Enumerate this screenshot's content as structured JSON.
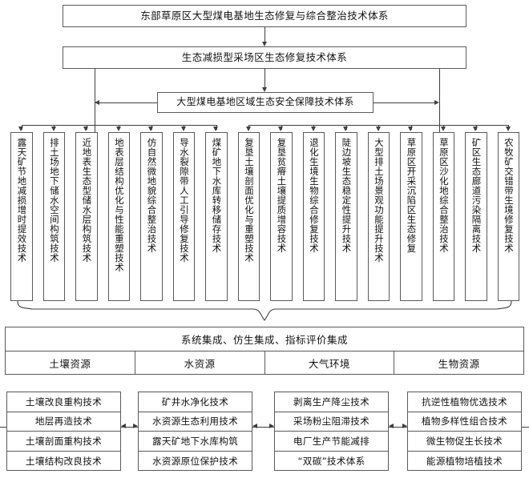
{
  "title_level1": "东部草原区大型煤电基地生态修复与综合整治技术体系",
  "title_level2": "生态减损型采场区生态修复技术体系",
  "title_level3": "大型煤电基地区域生态安全保障技术体系",
  "tech_columns": [
    "露天矿节地减损增时提效技术",
    "排土场地下储水空间构筑技术",
    "近地表生态型储水层构筑技术",
    "地表层结构优化与性能重塑技术",
    "仿自然微地貌综合整治技术",
    "导水裂隙带人工引导修复技术",
    "煤矿地下水库转移储存技术",
    "复垦土壤剖面优化与重塑技术",
    "复垦贫瘠土壤提质增容技术",
    "退化生境生物综合修复技术",
    "陡边坡生态稳定性提升技术",
    "大型排土场景观功能提升技术",
    "草原区开采沉陷区生态修复",
    "草原区沙化地综合整治技术",
    "矿区生态廊道污染隔离技术",
    "农牧矿交错带生境修复技术"
  ],
  "integration": {
    "title": "系统集成、仿生集成、指标评价集成",
    "columns": [
      "土壤资源",
      "水资源",
      "大气环境",
      "生物资源"
    ]
  },
  "stacks": [
    {
      "name": "soil",
      "items": [
        "土壤改良重构技术",
        "地层再造技术",
        "土壤剖面重构技术",
        "土壤结构改良技术"
      ]
    },
    {
      "name": "water",
      "items": [
        "矿井水净化技术",
        "水资源生态利用技术",
        "露天矿地下水库构筑",
        "水资源原位保护技术"
      ]
    },
    {
      "name": "air",
      "items": [
        "剥离生产降尘技术",
        "采场粉尘阻滞技术",
        "电厂生产节能减排",
        "“双碳”技术体系"
      ]
    },
    {
      "name": "bio",
      "items": [
        "抗逆性植物优选技术",
        "植物多样性组合技术",
        "微生物促生长技术",
        "能源植物培植技术"
      ]
    }
  ],
  "colors": {
    "line": "#3f3f3f",
    "border": "#5a5a5a",
    "background": "#ffffff",
    "text": "#111111"
  }
}
